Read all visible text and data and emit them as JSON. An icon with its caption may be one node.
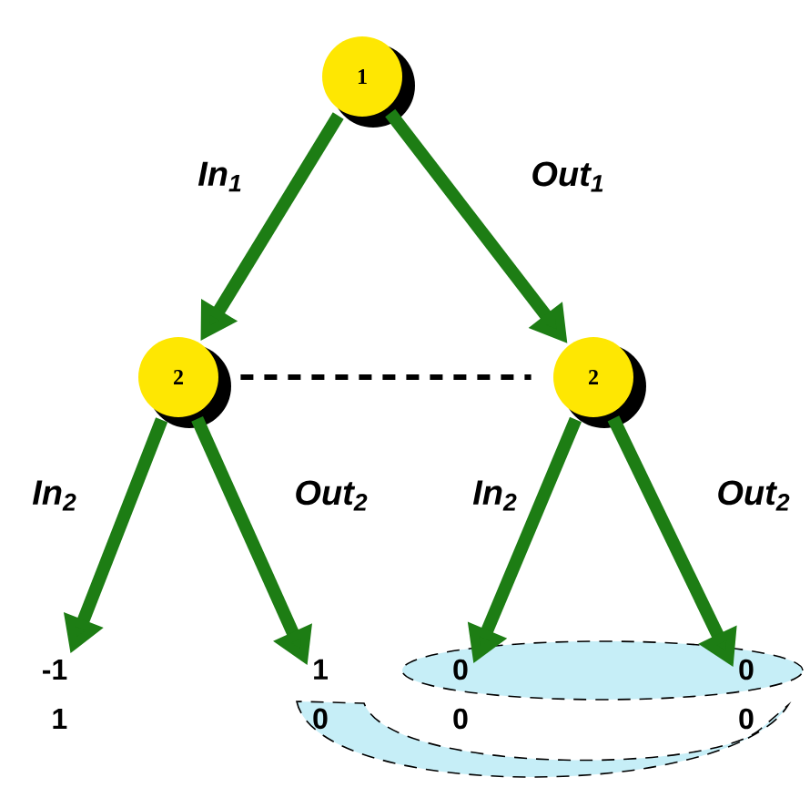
{
  "diagram": {
    "nodes": [
      {
        "text": [
          "1"
        ]
      },
      {
        "text": [
          "2"
        ]
      },
      {
        "text": [
          "2"
        ]
      },
      {
        "text": [
          "-1",
          "1"
        ]
      },
      {
        "text": [
          "1",
          "0"
        ]
      },
      {
        "text": [
          "0",
          "0"
        ]
      },
      {
        "text": [
          "0",
          "0"
        ]
      }
    ],
    "edges": [
      {
        "from": 0,
        "to": 1,
        "arrow": "to",
        "label": "In$_{1}$"
      },
      {
        "from": 0,
        "to": 2,
        "arrow": "to",
        "label": "Out$_{1}$"
      },
      {
        "from": 1,
        "to": 2,
        "arrow": "none",
        "style": "dashed",
        "color": "#000000"
      },
      {
        "from": 1,
        "to": 3,
        "arrow": "to",
        "label": "In$_{2}$"
      },
      {
        "from": 1,
        "to": 4,
        "arrow": "to",
        "label": "Out$_{2}$"
      },
      {
        "from": 2,
        "to": 5,
        "arrow": "to",
        "label": "In$_{2}$"
      },
      {
        "from": 2,
        "to": 6,
        "arrow": "to",
        "label": "Out$_{2}$"
      }
    ]
  }
}
